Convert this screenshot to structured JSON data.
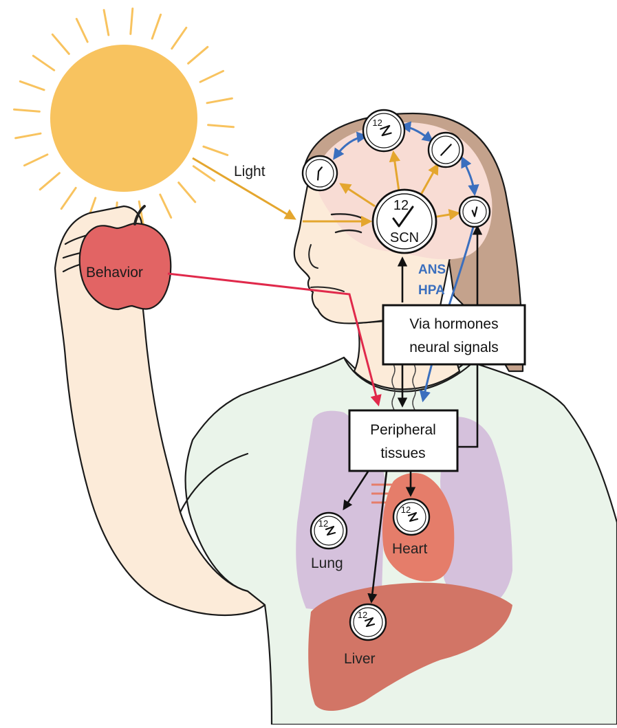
{
  "colors": {
    "sun": "#f8c35f",
    "sun_rays": "#f8c35f",
    "light_arrow": "#e4a62e",
    "brain_arrow": "#3b6fbe",
    "behavior_arrow": "#e0294b",
    "hair": "#c4a28c",
    "skin": "#fcebd9",
    "brain": "#f8dcd4",
    "shirt": "#eaf4ea",
    "lungs": "#d5c1dc",
    "heart": "#e57d6a",
    "liver": "#d27566",
    "apple": "#e26464",
    "ans_hpa_text": "#3b6fbe"
  },
  "labels": {
    "light": "Light",
    "behavior": "Behavior",
    "scn": "SCN",
    "ans": "ANS",
    "hpa": "HPA",
    "via_line1": "Via hormones",
    "via_line2": "neural signals",
    "peripheral_line1": "Peripheral",
    "peripheral_line2": "tissues",
    "lung": "Lung",
    "heart": "Heart",
    "liver": "Liver",
    "clock_twelve": "12"
  },
  "icons": [
    "sun-icon",
    "apple-icon",
    "clock-icon",
    "scn-clock-icon",
    "arrow-icon"
  ]
}
